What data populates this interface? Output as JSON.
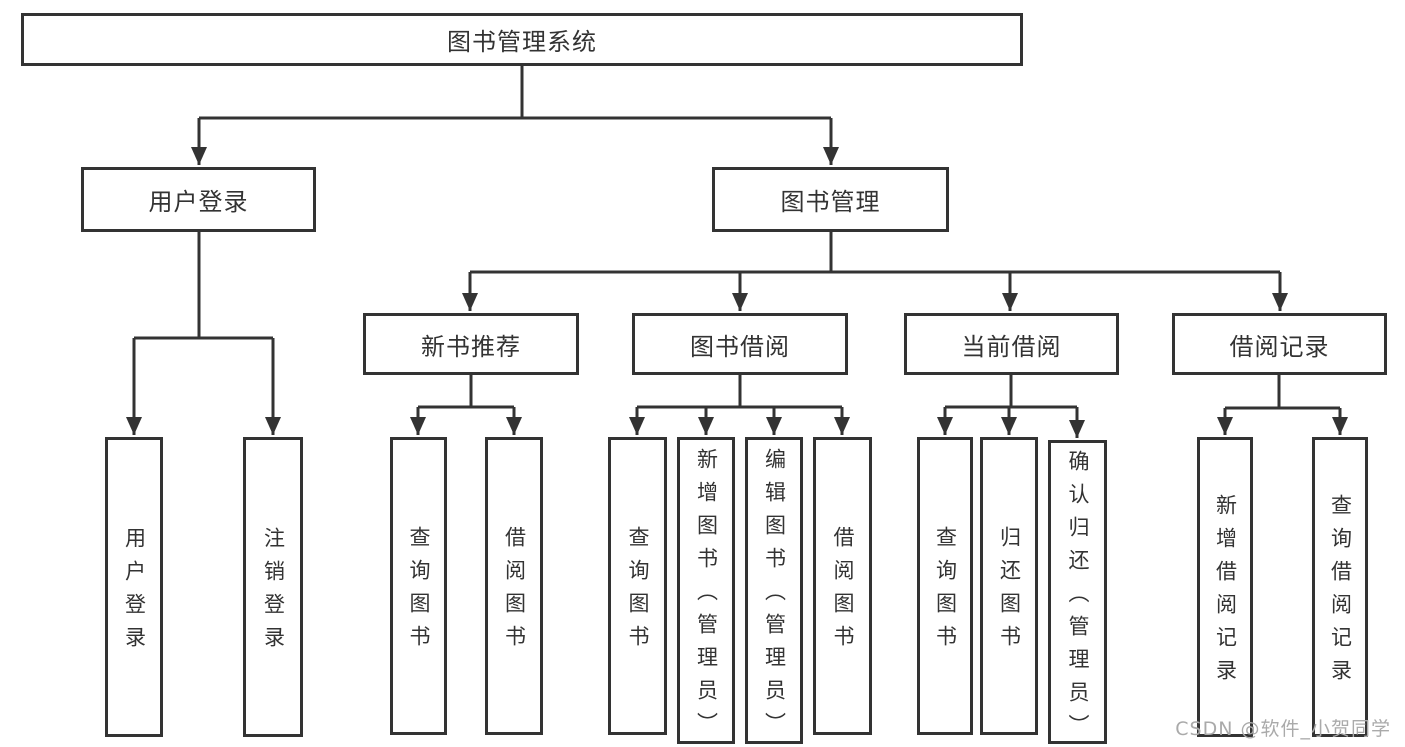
{
  "tree": {
    "root": "图书管理系统",
    "branches": [
      {
        "label": "用户登录",
        "children": [
          "用户登录",
          "注销登录"
        ]
      },
      {
        "label": "图书管理",
        "children": [
          {
            "label": "新书推荐",
            "children": [
              "查询图书",
              "借阅图书"
            ]
          },
          {
            "label": "图书借阅",
            "children": [
              "查询图书",
              "新增图书（管理员）",
              "编辑图书（管理员）",
              "借阅图书"
            ]
          },
          {
            "label": "当前借阅",
            "children": [
              "查询图书",
              "归还图书",
              "确认归还（管理员）"
            ]
          },
          {
            "label": "借阅记录",
            "children": [
              "新增借阅记录",
              "查询借阅记录"
            ]
          }
        ]
      }
    ]
  },
  "watermark": "CSDN @软件_小贺同学",
  "colors": {
    "line": "#333333",
    "box_border": "#333333",
    "text": "#333333",
    "watermark_text": "#aaaaaa",
    "background": "#ffffff"
  }
}
